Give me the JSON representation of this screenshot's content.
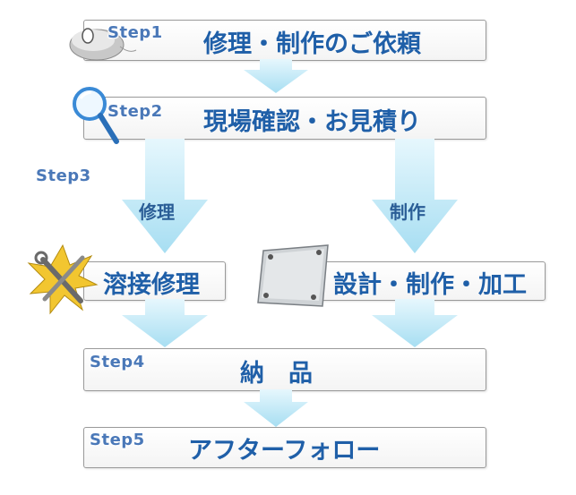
{
  "steps": {
    "step1": {
      "label": "Step1",
      "title": "修理・制作のご依頼"
    },
    "step2": {
      "label": "Step2",
      "title": "現場確認・お見積り"
    },
    "step3": {
      "label": "Step3",
      "left_branch": "修理",
      "right_branch": "制作"
    },
    "step4": {
      "label": "Step4",
      "title": "納　品"
    },
    "step5": {
      "label": "Step5",
      "title": "アフターフォロー"
    }
  },
  "branch_boxes": {
    "repair": "溶接修理",
    "make": "設計・制作・加工"
  },
  "icons": {
    "step1": "computer-mouse-icon",
    "step2": "magnifier-icon",
    "repair": "wrench-screwdriver-icon",
    "make": "metal-plate-icon"
  },
  "colors": {
    "title_blue": "#1f5fa8",
    "step_blue": "#4a78b8",
    "arrow_light": "#c6ecf8",
    "arrow_dark": "#9fdaf0",
    "box_border": "#9a9a9a"
  }
}
